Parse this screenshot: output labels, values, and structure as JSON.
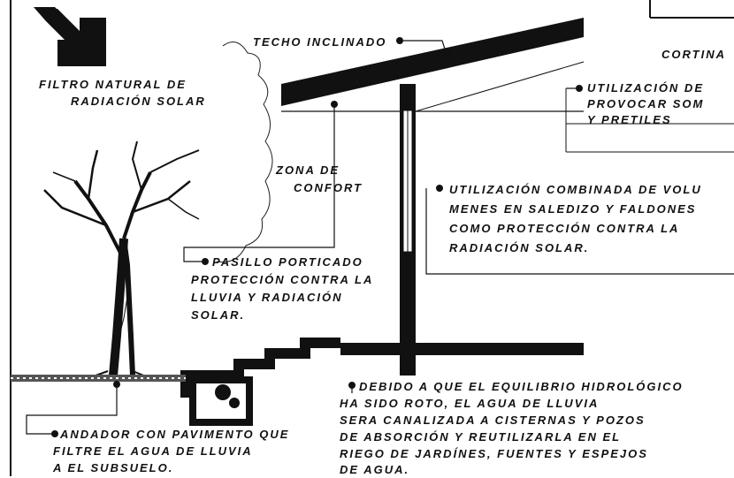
{
  "labels": {
    "techo": "TECHO INCLINADO",
    "cortina": "CORTINA",
    "filtro": [
      "FILTRO NATURAL DE",
      "RADIACIÓN SOLAR"
    ],
    "utilizacion1": [
      "UTILIZACIÓN DE",
      "PROVOCAR SOM",
      "Y PRETILES"
    ],
    "zona": [
      "ZONA DE",
      "CONFORT"
    ],
    "utilizacion2": [
      "UTILIZACIÓN COMBINADA DE VOLU",
      "MENES EN SALEDIZO Y FALDONES",
      "COMO PROTECCIÓN CONTRA LA",
      "RADIACIÓN SOLAR."
    ],
    "pasillo": [
      "PASILLO PORTICADO",
      "PROTECCIÓN CONTRA LA",
      "LLUVIA Y RADIACIÓN",
      "SOLAR."
    ],
    "debido": [
      "DEBIDO A QUE EL EQUILIBRIO HIDROLÓGICO",
      "HA SIDO ROTO, EL AGUA DE LLUVIA",
      "SERA CANALIZADA A CISTERNAS Y POZOS",
      "DE ABSORCIÓN Y REUTILIZARLA EN EL",
      "RIEGO DE JARDÍNES, FUENTES Y ESPEJOS",
      "DE AGUA."
    ],
    "andador": [
      "ANDADOR CON PAVIMENTO QUE",
      "FILTRE EL AGUA DE LLUVIA",
      "A EL SUBSUELO."
    ]
  },
  "colors": {
    "ink": "#111111",
    "paper": "#ffffff"
  },
  "icons": [
    "sun-direction-arrow-icon",
    "tree-icon",
    "leader-dot-icon"
  ]
}
